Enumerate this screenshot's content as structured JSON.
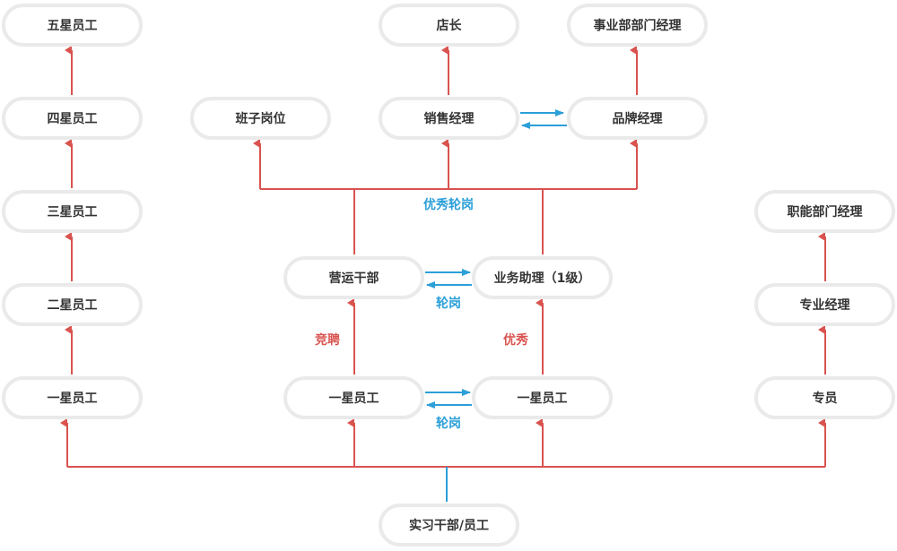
{
  "nodes": {
    "star5": "五星员工",
    "star4": "四星员工",
    "star3": "三星员工",
    "star2": "二星员工",
    "star1_left": "一星员工",
    "store_manager": "店长",
    "bu_manager": "事业部部门经理",
    "team_post": "班子岗位",
    "sales_manager": "销售经理",
    "brand_manager": "品牌经理",
    "ops_cadre": "营运干部",
    "biz_assistant": "业务助理（1级）",
    "star1_mid": "一星员工",
    "star1_right": "一星员工",
    "func_manager": "职能部门经理",
    "pro_manager": "专业经理",
    "specialist": "专员",
    "intern": "实习干部/员工"
  },
  "labels": {
    "excellent_rotation": "优秀轮岗",
    "rotation_top": "轮岗",
    "rotation_bottom": "轮岗",
    "compete": "竞聘",
    "excellent": "优秀"
  },
  "colors": {
    "promotion_arrow": "#d9534f",
    "rotation_arrow": "#2b9fd8",
    "node_border": "#eaeaea",
    "text": "#333333"
  }
}
